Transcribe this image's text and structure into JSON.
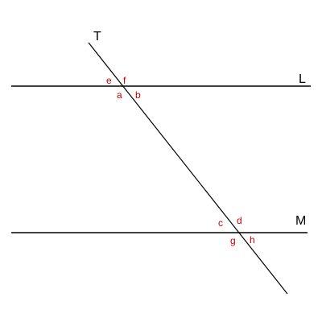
{
  "diagram": {
    "lines": {
      "transversal": {
        "label": "T"
      },
      "upper": {
        "label": "L"
      },
      "lower": {
        "label": "M"
      }
    },
    "angles": {
      "a": "a",
      "b": "b",
      "c": "c",
      "d": "d",
      "e": "e",
      "f": "f",
      "g": "g",
      "h": "h"
    },
    "colors": {
      "lines": "#000000",
      "angle_labels": "#cc0000"
    }
  }
}
